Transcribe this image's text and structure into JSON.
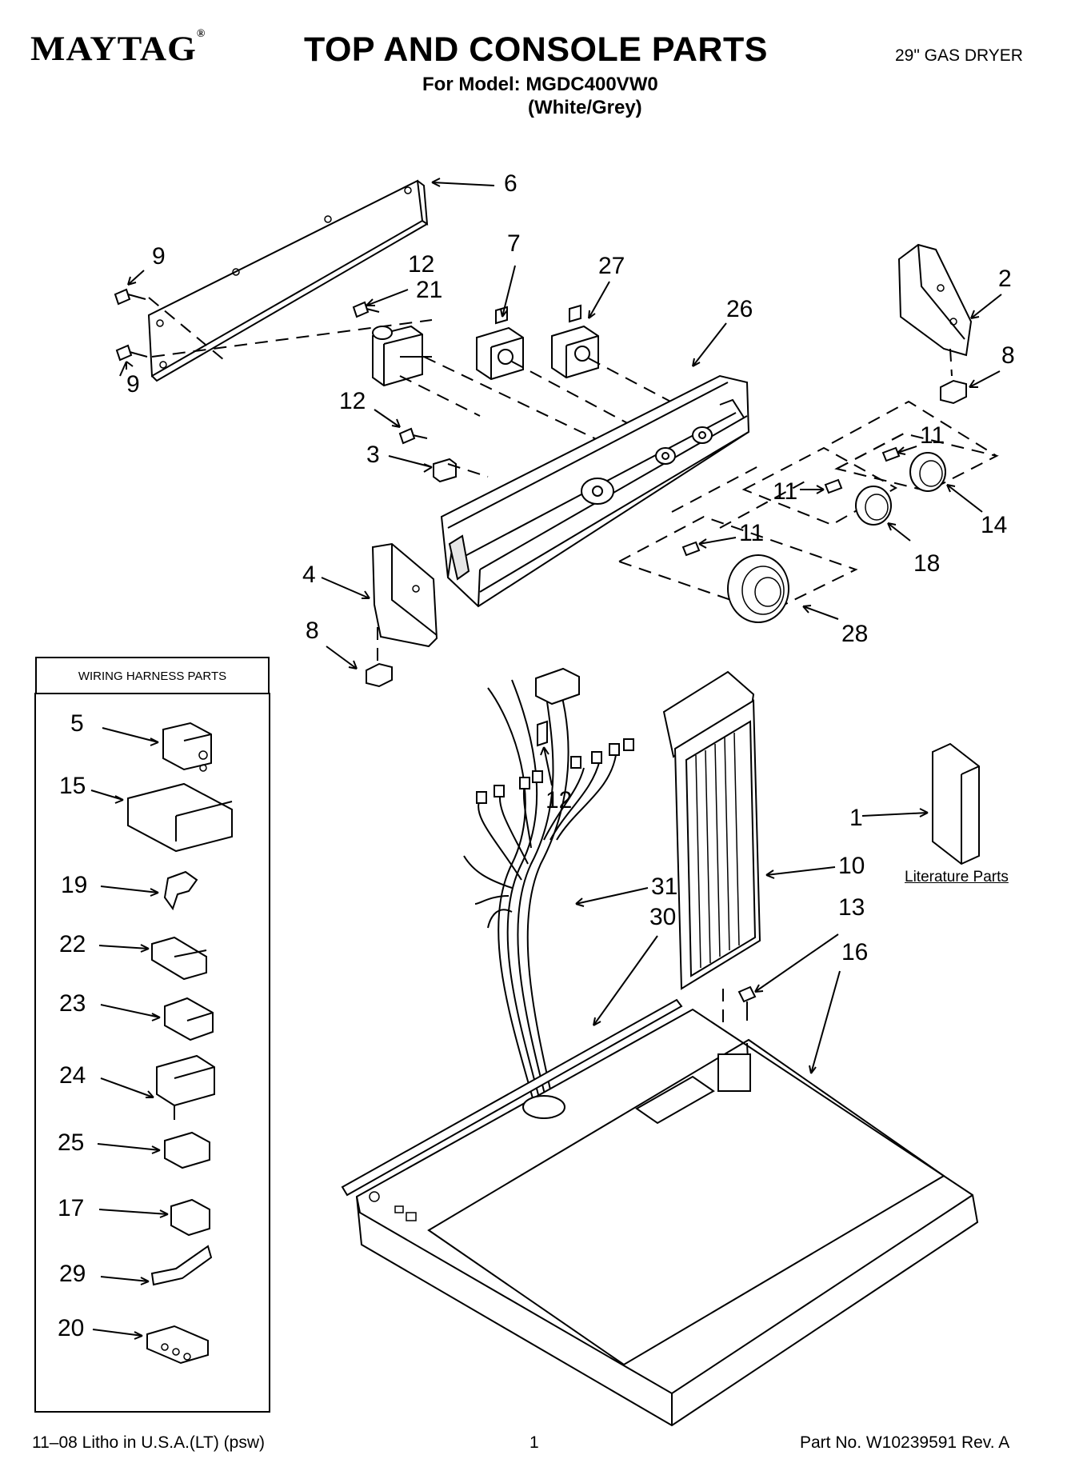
{
  "header": {
    "brand": "MAYTAG",
    "brand_mark": "®",
    "title": "TOP AND CONSOLE PARTS",
    "model_line": "For Model: MGDC400VW0",
    "color_line": "(White/Grey)",
    "dryer_type": "29\" GAS DRYER"
  },
  "wiring_box": {
    "title": "WIRING HARNESS PARTS"
  },
  "literature_label": "Literature Parts",
  "callouts": {
    "c6": "6",
    "c9a": "9",
    "c9b": "9",
    "c12a": "12",
    "c21": "21",
    "c7": "7",
    "c27": "27",
    "c26": "26",
    "c2": "2",
    "c8a": "8",
    "c12b": "12",
    "c3": "3",
    "c11a": "11",
    "c11b": "11",
    "c11c": "11",
    "c14": "14",
    "c18": "18",
    "c28": "28",
    "c4": "4",
    "c8b": "8",
    "c5": "5",
    "c15": "15",
    "c19": "19",
    "c22": "22",
    "c23": "23",
    "c24": "24",
    "c25": "25",
    "c17": "17",
    "c29": "29",
    "c20": "20",
    "c12c": "12",
    "c1": "1",
    "c10": "10",
    "c31": "31",
    "c30": "30",
    "c13": "13",
    "c16": "16"
  },
  "footer": {
    "left": "11–08 Litho in U.S.A.(LT) (psw)",
    "page": "1",
    "right": "Part No. W10239591 Rev. A"
  }
}
